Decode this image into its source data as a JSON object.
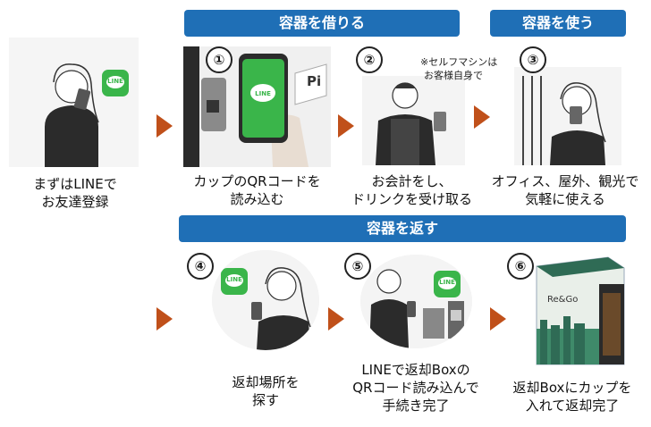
{
  "banners": {
    "borrow": "容器を借りる",
    "use": "容器を使う",
    "return": "容器を返す"
  },
  "steps": {
    "intro": {
      "caption_1": "まずはLINEで",
      "caption_2": "お友達登録"
    },
    "s1": {
      "number": "①",
      "caption_1": "カップのQRコードを",
      "caption_2": "読み込む",
      "sign_text": "Pi"
    },
    "s2": {
      "number": "②",
      "caption_1": "お会計をし、",
      "caption_2": "ドリンクを受け取る",
      "note_1": "※セルフマシンは",
      "note_2": "お客様自身で"
    },
    "s3": {
      "number": "③",
      "caption_1": "オフィス、屋外、観光で",
      "caption_2": "気軽に使える"
    },
    "s4": {
      "number": "④",
      "caption_1": "返却場所を",
      "caption_2": "探す"
    },
    "s5": {
      "number": "⑤",
      "caption_1": "LINEで返却Boxの",
      "caption_2": "QRコード読み込んで",
      "caption_3": "手続き完了"
    },
    "s6": {
      "number": "⑥",
      "caption_1": "返却Boxにカップを",
      "caption_2": "入れて返却完了",
      "box_brand": "Re&Go"
    }
  },
  "icons": {
    "line_label": "LINE"
  },
  "colors": {
    "banner": "#1f6fb6",
    "arrow": "#c0501a",
    "line_green": "#3ab54a"
  }
}
